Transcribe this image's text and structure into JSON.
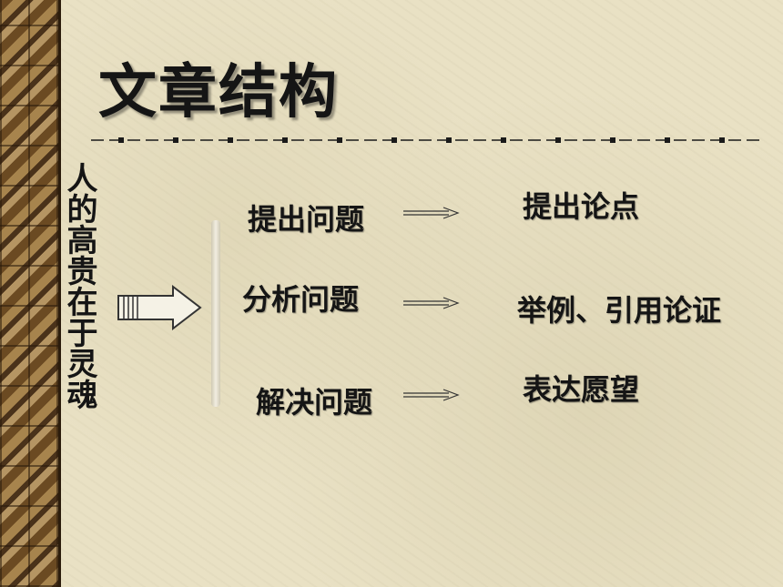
{
  "title": "文章结构",
  "vertical_theme": "人的高贵在于灵魂",
  "rows": [
    {
      "step": "提出问题",
      "result": "提出论点"
    },
    {
      "step": "分析问题",
      "result": "举例、引用论证"
    },
    {
      "step": "解决问题",
      "result": "表达愿望"
    }
  ],
  "colors": {
    "text": "#151515",
    "background": "#e9e1c4",
    "strip": "#6b4a22"
  }
}
